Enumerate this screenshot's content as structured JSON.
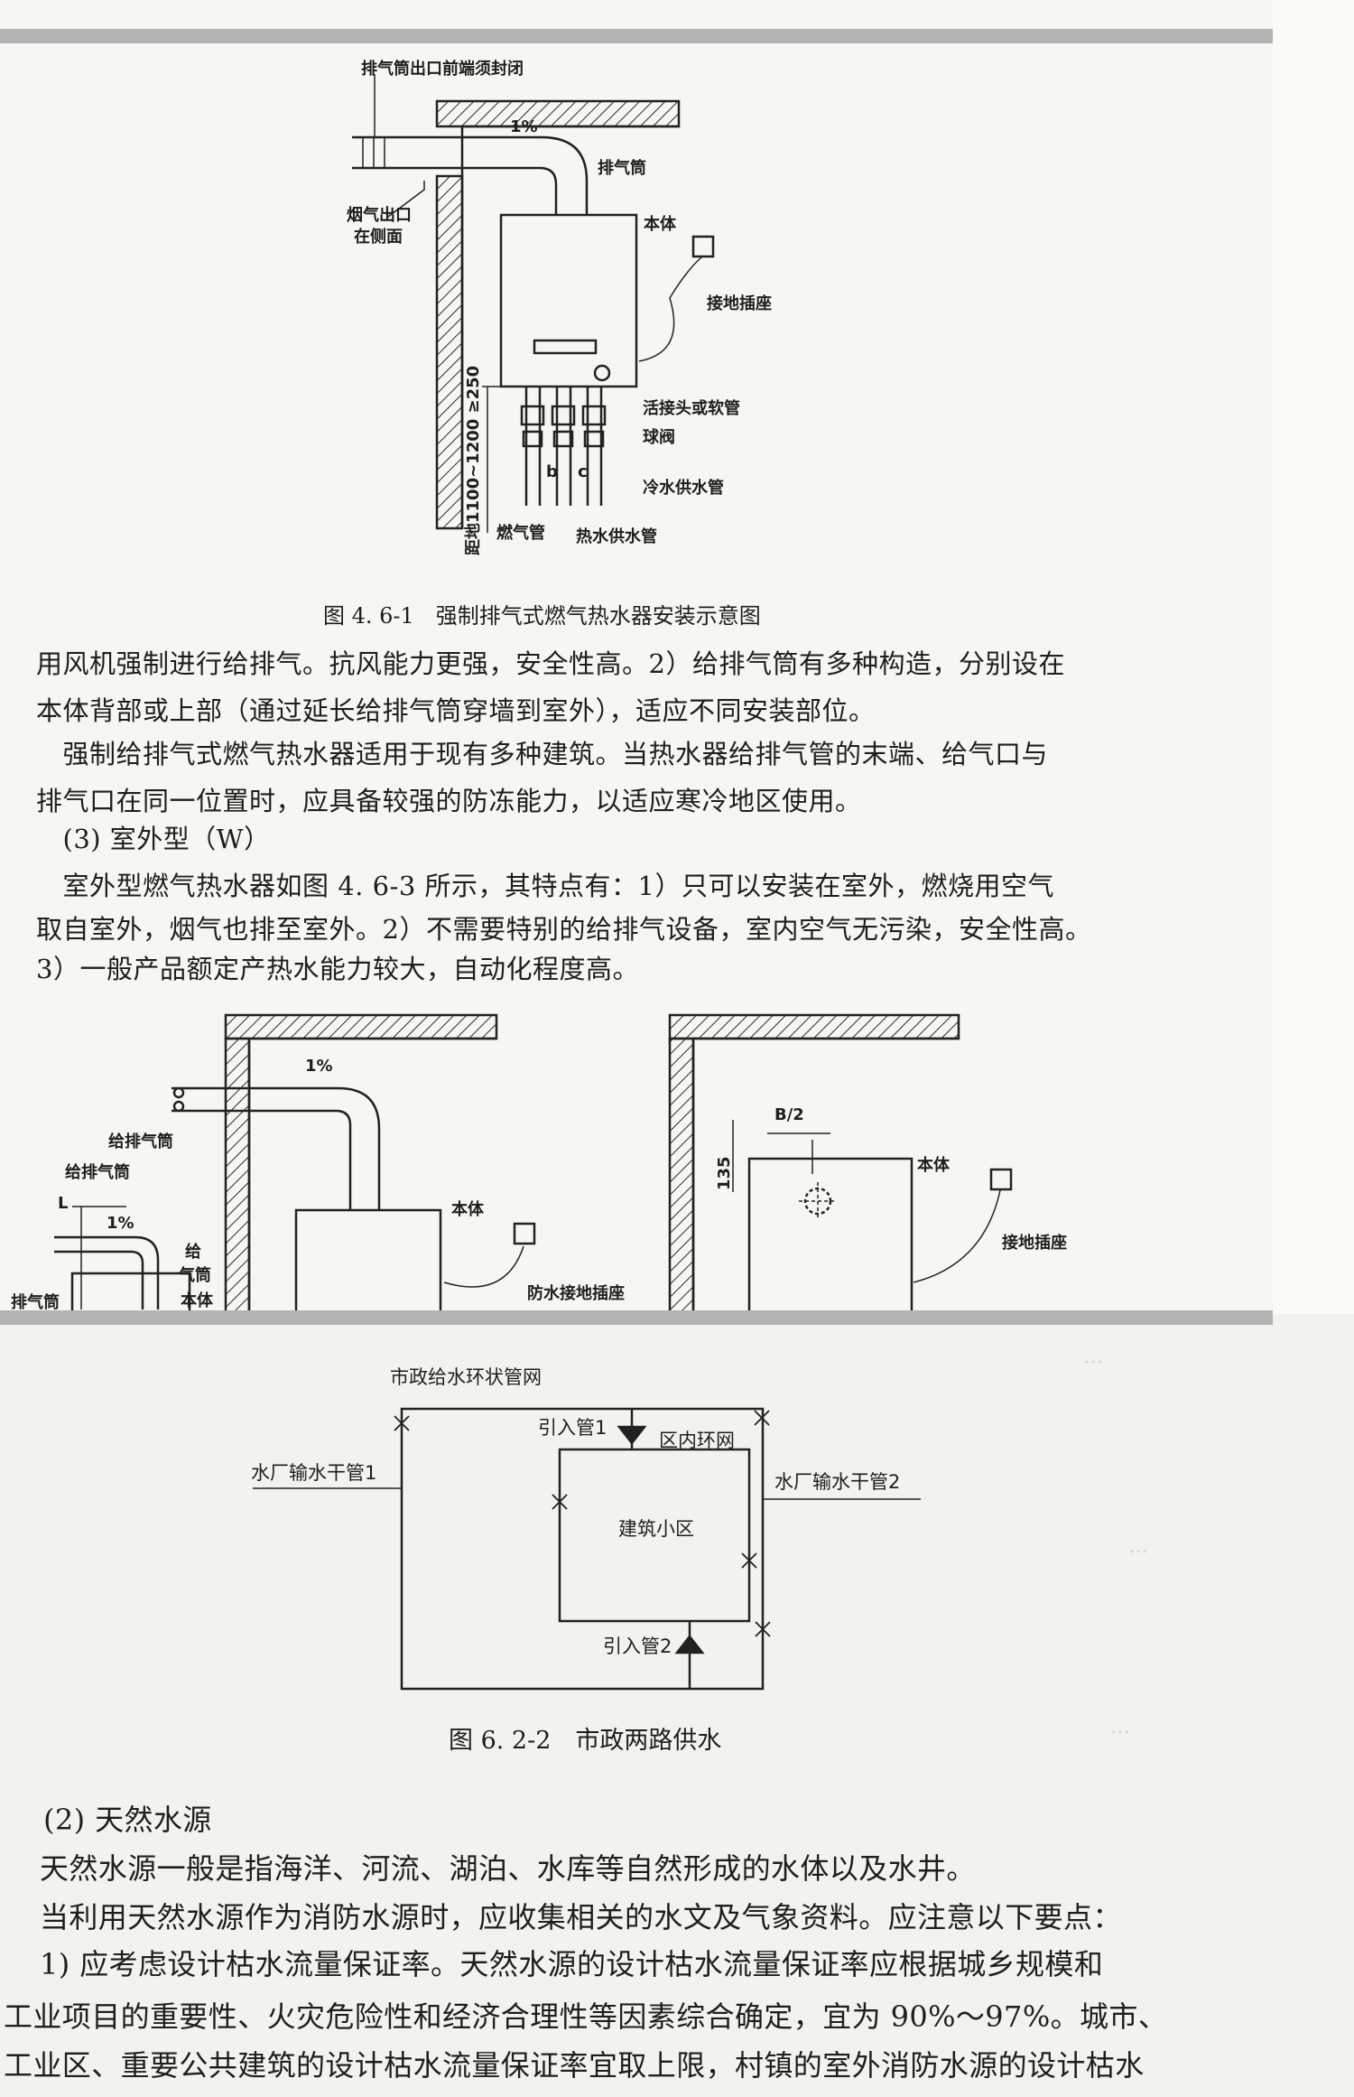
{
  "figure1": {
    "labels": {
      "exhaust_seal": "排气筒出口前端须封闭",
      "slope": "1%",
      "exhaust_pipe": "排气筒",
      "flue_outlet_l1": "烟气出口",
      "flue_outlet_l2": "在侧面",
      "body": "本体",
      "ground_socket": "接地插座",
      "union_hose": "活接头或软管",
      "ball_valve": "球阀",
      "cold_water": "冷水供水管",
      "gas_pipe": "燃气管",
      "hot_water": "热水供水管",
      "distance": "距地1100~1200 ≥250",
      "b": "b",
      "c": "c"
    },
    "caption": "图 4. 6-1　强制排气式燃气热水器安装示意图"
  },
  "text1": [
    "用风机强制进行给排气。抗风能力更强，安全性高。2）给排气筒有多种构造，分别设在",
    "本体背部或上部（通过延长给排气筒穿墙到室外），适应不同安装部位。",
    "　强制给排气式燃气热水器适用于现有多种建筑。当热水器给排气管的末端、给气口与",
    "排气口在同一位置时，应具备较强的防冻能力，以适应寒冷地区使用。",
    "　(3) 室外型（W）",
    "　室外型燃气热水器如图 4. 6-3 所示，其特点有：1）只可以安装在室外，燃烧用空气",
    "取自室外，烟气也排至室外。2）不需要特别的给排气设备，室内空气无污染，安全性高。",
    "3）一般产品额定产热水能力较大，自动化程度高。"
  ],
  "figure2": {
    "labels": {
      "slope1": "1%",
      "slope2": "1%",
      "supply_exhaust_pipe": "给排气筒",
      "supply_exhaust_pipe2": "给排气筒",
      "l": "L",
      "supply_pipe_l1": "给",
      "supply_pipe_l2": "气筒",
      "exhaust_cut": "排气筒",
      "body_cut": "本体",
      "body": "本体",
      "waterproof_socket": "防水接地插座",
      "b_half": "B/2",
      "dim_135": "135",
      "body_right": "本体",
      "ground_socket": "接地插座"
    }
  },
  "figure3": {
    "labels": {
      "ring_network": "市政给水环状管网",
      "inlet1": "引入管1",
      "inner_ring": "区内环网",
      "plant_main1": "水厂输水干管1",
      "plant_main2": "水厂输水干管2",
      "district": "建筑小区",
      "inlet2": "引入管2"
    },
    "caption": "图 6. 2-2　市政两路供水"
  },
  "text2": [
    "(2) 天然水源",
    "天然水源一般是指海洋、河流、湖泊、水库等自然形成的水体以及水井。",
    "当利用天然水源作为消防水源时，应收集相关的水文及气象资料。应注意以下要点：",
    "1) 应考虑设计枯水流量保证率。天然水源的设计枯水流量保证率应根据城乡规模和",
    "工业项目的重要性、火灾危险性和经济合理性等因素综合确定，宜为 90%～97%。城市、",
    "工业区、重要公共建筑的设计枯水流量保证率宜取上限，村镇的室外消防水源的设计枯水"
  ]
}
